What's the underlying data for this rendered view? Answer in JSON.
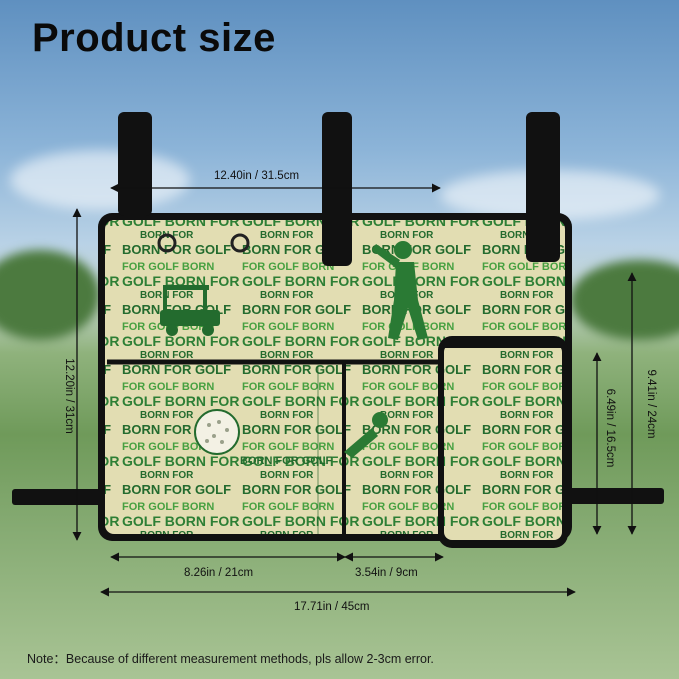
{
  "title": "Product size",
  "dimensions": {
    "top_width": "12.40in / 31.5cm",
    "height": "12.20in / 31cm",
    "bottle_height": "9.41in / 24cm",
    "pocket_height": "6.49in / 16.5cm",
    "pocket_width": "8.26in / 21cm",
    "bottle_width": "3.54in / 9cm",
    "total_width": "17.71in / 45cm"
  },
  "print_text": "BORN FOR GOLF",
  "note": "Note：Because of different measurement methods, pls allow 2-3cm error.",
  "colors": {
    "fabric": "#e2ddb2",
    "print_dark": "#236b2e",
    "print_light": "#46a040",
    "strap": "#111111"
  },
  "icons": [
    "golfer-silhouette",
    "golf-cart",
    "golf-ball"
  ]
}
